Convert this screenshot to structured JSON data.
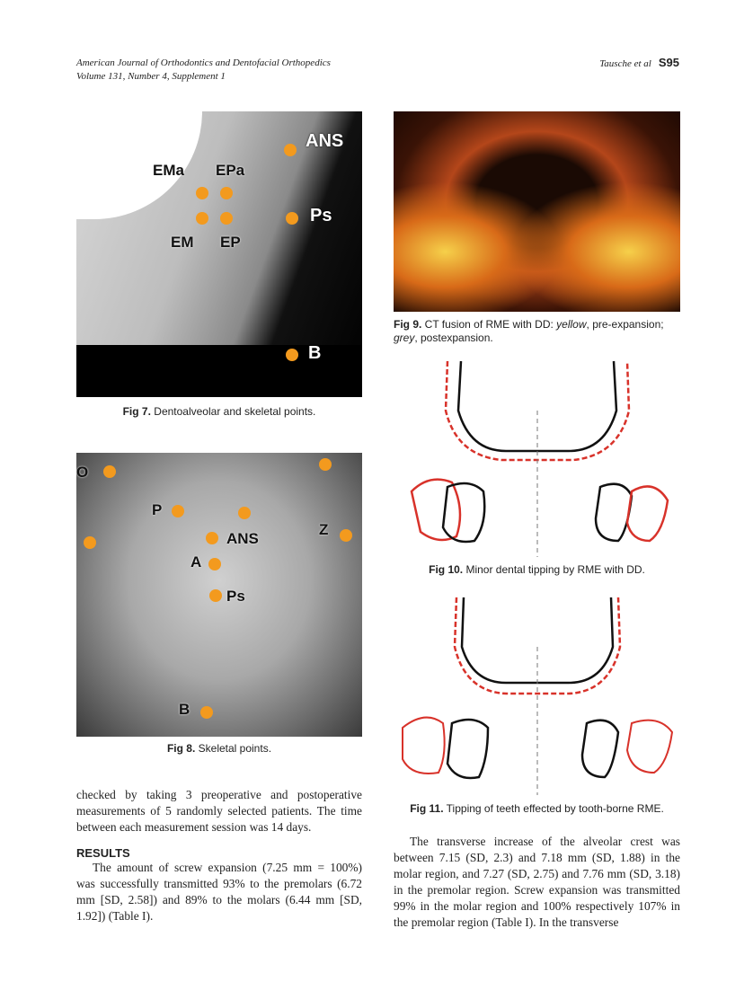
{
  "header": {
    "journal": "American Journal of Orthodontics and Dentofacial Orthopedics",
    "volume": "Volume 131, Number 4, Supplement 1",
    "authors": "Tausche et al",
    "page": "S95"
  },
  "fig7": {
    "num": "Fig 7.",
    "caption": " Dentoalveolar and skeletal points.",
    "labels": [
      "ANS",
      "EMa",
      "EPa",
      "Ps",
      "EM",
      "EP",
      "B"
    ]
  },
  "fig8": {
    "num": "Fig 8.",
    "caption": " Skeletal points.",
    "labels": [
      "O",
      "P",
      "ANS",
      "Z",
      "A",
      "Ps",
      "B"
    ]
  },
  "fig9": {
    "num": "Fig 9.",
    "caption_a": " CT fusion of RME with DD: ",
    "yellow": "yellow",
    "caption_b": ", pre-expansion; ",
    "grey": "grey",
    "caption_c": ", postexpansion."
  },
  "fig10": {
    "num": "Fig 10.",
    "caption": " Minor dental tipping by RME with DD."
  },
  "fig11": {
    "num": "Fig 11.",
    "caption": " Tipping of teeth effected by tooth-borne RME."
  },
  "body": {
    "left_p1": "checked by taking 3 preoperative and postoperative measurements of 5 randomly selected patients. The time between each measurement session was 14 days.",
    "results_heading": "RESULTS",
    "left_p2": "The amount of screw expansion (7.25 mm = 100%) was successfully transmitted 93% to the premolars (6.72 mm [SD, 2.58]) and 89% to the molars (6.44 mm [SD, 1.92]) (Table I).",
    "right_p1": "The transverse increase of the alveolar crest was between 7.15 (SD, 2.3) and 7.18 mm (SD, 1.88) in the molar region, and 7.27 (SD, 2.75) and 7.76 mm (SD, 3.18) in the premolar region. Screw expansion was transmitted 99% in the molar region and 100% respectively 107% in the premolar region (Table I). In the transverse"
  },
  "colors": {
    "marker": "#f39a1e",
    "red_outline": "#d8322a"
  }
}
